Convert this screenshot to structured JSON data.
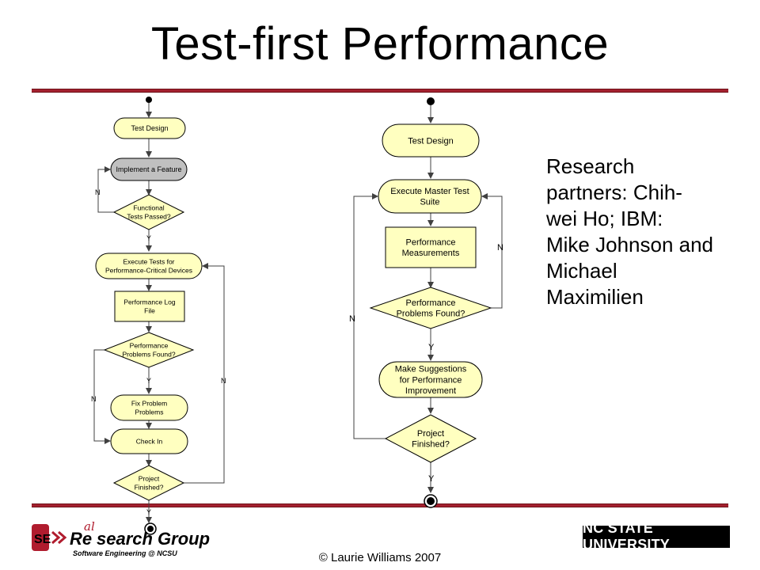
{
  "slide": {
    "title": "Test-first Performance",
    "side_text": [
      "Research",
      "partners:  Chih-",
      "wei Ho; IBM:",
      "Mike Johnson and",
      "Michael",
      "Maximilien"
    ],
    "copyright": "© Laurie Williams 2007"
  },
  "logos": {
    "left": {
      "badge": "SE",
      "main_prefix": "Re",
      "main_suffix": "search Group",
      "handwritten": "al",
      "sub": "Software Engineering @ NCSU"
    },
    "right": {
      "text": "NC STATE UNIVERSITY"
    }
  },
  "left_flow": {
    "nodes": {
      "test_design": "Test Design",
      "implement": "Implement a Feature",
      "functional": [
        "Functional",
        "Tests Passed?"
      ],
      "execute": [
        "Execute Tests for",
        "Performance-Critical Devices"
      ],
      "log": [
        "Performance Log",
        "File"
      ],
      "perf_problems": [
        "Performance",
        "Problems Found?"
      ],
      "fix": [
        "Fix Problem",
        "Problems"
      ],
      "check_in": "Check In",
      "finished": [
        "Project",
        "Finished?"
      ]
    },
    "labels": {
      "yes": "Y",
      "no": "N"
    }
  },
  "right_flow": {
    "nodes": {
      "test_design": "Test Design",
      "execute": [
        "Execute Master Test",
        "Suite"
      ],
      "measurements": [
        "Performance",
        "Measurements"
      ],
      "perf_problems": [
        "Performance",
        "Problems Found?"
      ],
      "suggestions": [
        "Make Suggestions",
        "for Performance",
        "Improvement"
      ],
      "finished": [
        "Project",
        "Finished?"
      ]
    },
    "labels": {
      "yes": "Y",
      "no": "N"
    }
  },
  "colors": {
    "node_fill": "#ffffc0",
    "node_stroke": "#000000",
    "highlight_fill": "#c0c0c0",
    "rule": "#a3212f",
    "edge": "#404040"
  }
}
